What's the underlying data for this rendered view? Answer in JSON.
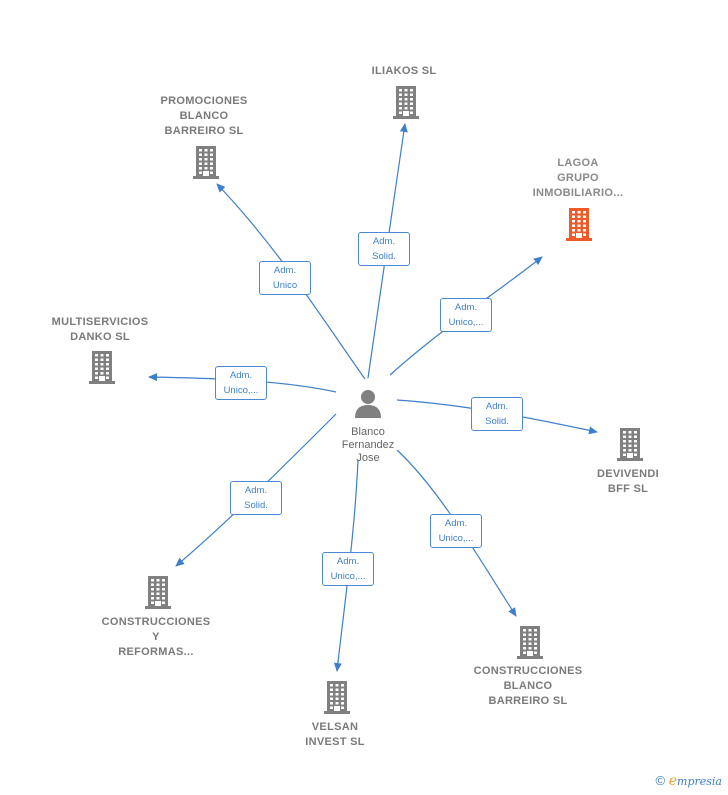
{
  "center": {
    "name": "Blanco\nFernandez\nJose"
  },
  "companies": [
    {
      "id": "iliakos",
      "name": "ILIAKOS  SL",
      "role": "Adm.\nSolid.",
      "highlight": false
    },
    {
      "id": "promociones",
      "name": "PROMOCIONES\nBLANCO\nBARREIRO SL",
      "role": "Adm.\nUnico",
      "highlight": false
    },
    {
      "id": "lagoa",
      "name": "LAGOA\nGRUPO\nINMOBILIARIO...",
      "role": "Adm.\nUnico,...",
      "highlight": true
    },
    {
      "id": "multiservicios",
      "name": "MULTISERVICIOS\nDANKO  SL",
      "role": "Adm.\nUnico,...",
      "highlight": false
    },
    {
      "id": "devivendi",
      "name": "DEVIVENDI\nBFF  SL",
      "role": "Adm.\nSolid.",
      "highlight": false
    },
    {
      "id": "construcciones_reformas",
      "name": "CONSTRUCCIONES\nY\nREFORMAS...",
      "role": "Adm.\nSolid.",
      "highlight": false
    },
    {
      "id": "velsan",
      "name": "VELSAN\nINVEST  SL",
      "role": "Adm.\nUnico,...",
      "highlight": false
    },
    {
      "id": "construcciones_blanco",
      "name": "CONSTRUCCIONES\nBLANCO\nBARREIRO  SL",
      "role": "Adm.\nUnico,...",
      "highlight": false
    }
  ],
  "colors": {
    "edge": "#3d7fcc",
    "building": "#808080",
    "building_highlight": "#f05a28"
  },
  "footer": {
    "copyright_symbol": "©",
    "brand_first": "e",
    "brand_rest": "mpresia"
  }
}
